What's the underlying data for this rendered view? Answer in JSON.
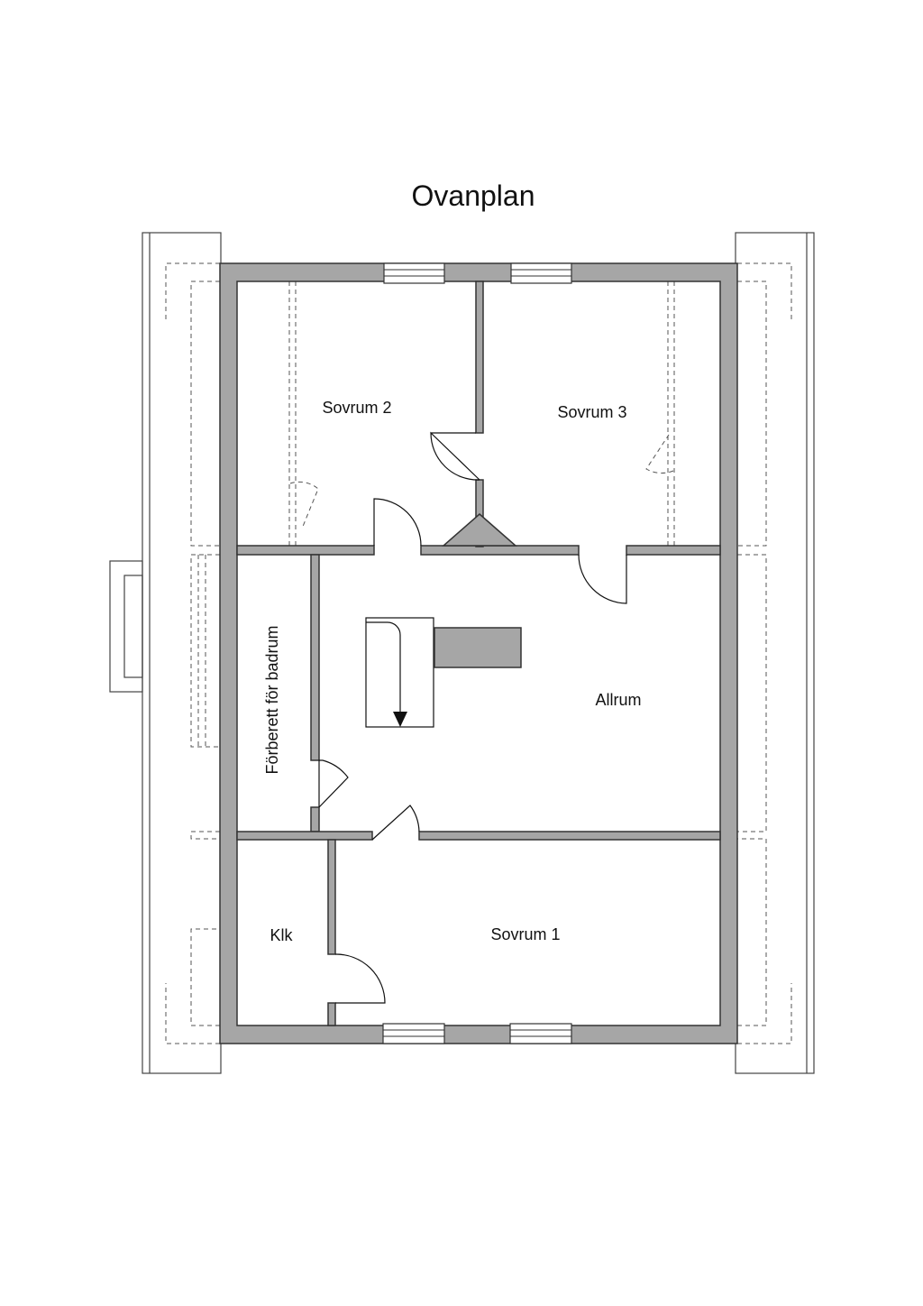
{
  "title": "Ovanplan",
  "rooms": {
    "sovrum_2": "Sovrum 2",
    "sovrum_3": "Sovrum 3",
    "forberett": "Förberett för badrum",
    "allrum": "Allrum",
    "klk": "Klk",
    "sovrum_1": "Sovrum 1"
  },
  "colors": {
    "wall": "#a6a6a6",
    "outline": "#333333",
    "background": "#ffffff"
  }
}
